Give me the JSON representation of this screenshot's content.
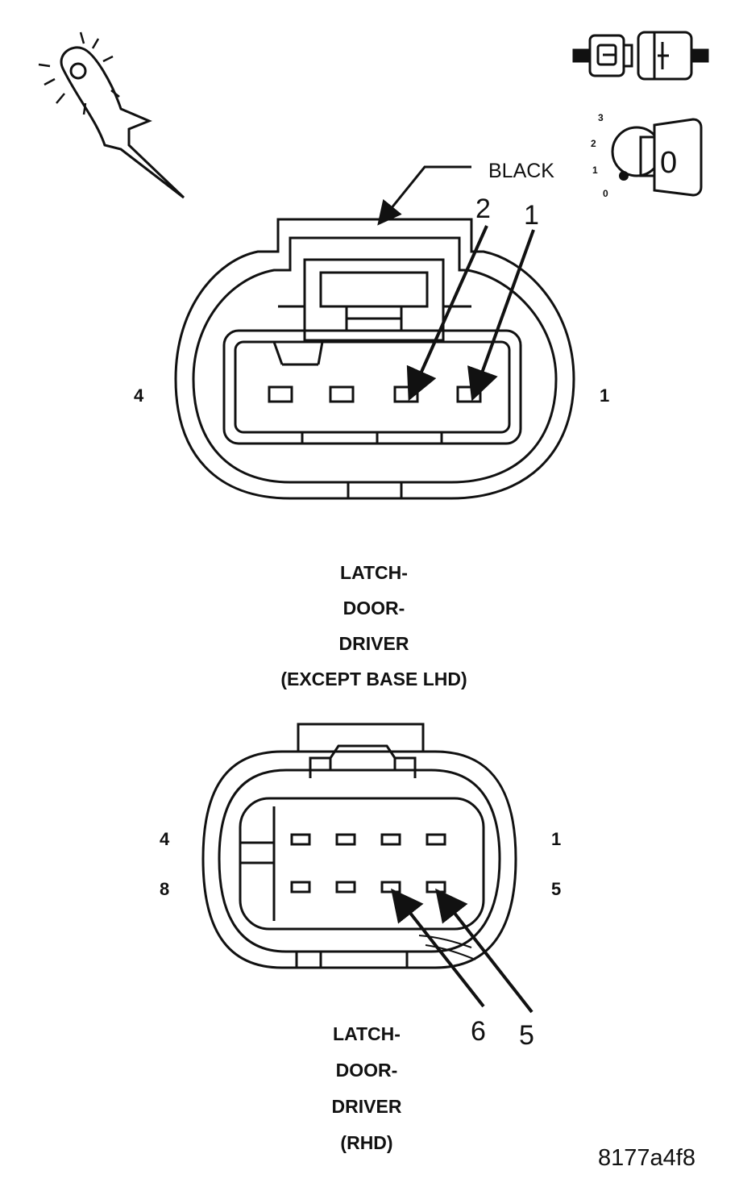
{
  "top_connector": {
    "wire_color_label": "BLACK",
    "side_label_left": "4",
    "side_label_right": "1",
    "callouts": [
      "2",
      "1"
    ],
    "title_lines": [
      "LATCH-",
      "DOOR-",
      "DRIVER",
      "(EXCEPT BASE LHD)"
    ]
  },
  "bottom_connector": {
    "row1_left": "4",
    "row1_right": "1",
    "row2_left": "8",
    "row2_right": "5",
    "callouts": [
      "6",
      "5"
    ],
    "title_lines": [
      "LATCH-",
      "DOOR-",
      "DRIVER",
      "(RHD)"
    ]
  },
  "ignition_key": {
    "positions": [
      "3",
      "2",
      "1",
      "0"
    ],
    "key_label": "0"
  },
  "figure_id": "8177a4f8",
  "icons": [
    "test-probe-icon",
    "disconnected-connector-icon",
    "ignition-key-off-icon"
  ]
}
